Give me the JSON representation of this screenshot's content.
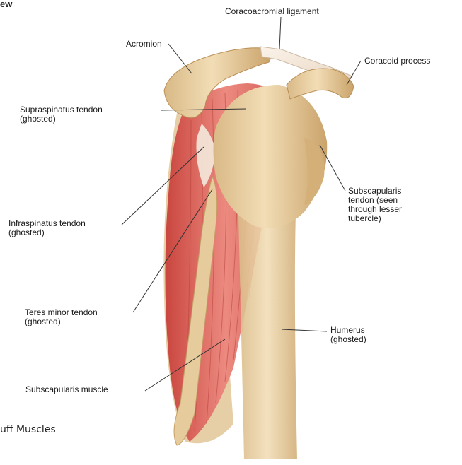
{
  "heading_fragment": "ew",
  "caption_fragment": "uff Muscles",
  "labels": {
    "coracoacromial_ligament": "Coracoacromial ligament",
    "acromion": "Acromion",
    "coracoid_process": "Coracoid process",
    "supraspinatus_1": "Supraspinatus tendon",
    "supraspinatus_2": "(ghosted)",
    "subscapularis_tendon_1": "Subscapularis",
    "subscapularis_tendon_2": "tendon (seen",
    "subscapularis_tendon_3": "through lesser",
    "subscapularis_tendon_4": "tubercle)",
    "infraspinatus_1": "Infraspinatus tendon",
    "infraspinatus_2": "(ghosted)",
    "teres_minor_1": "Teres minor tendon",
    "teres_minor_2": "(ghosted)",
    "humerus_1": "Humerus",
    "humerus_2": "(ghosted)",
    "subscapularis_muscle": "Subscapularis muscle"
  },
  "colors": {
    "bone": "#e8cfa0",
    "bone_shadow": "#c9a66b",
    "muscle": "#e06860",
    "muscle_dark": "#b8443e",
    "tendon": "#f3e9dc",
    "leader_line": "#333333"
  }
}
